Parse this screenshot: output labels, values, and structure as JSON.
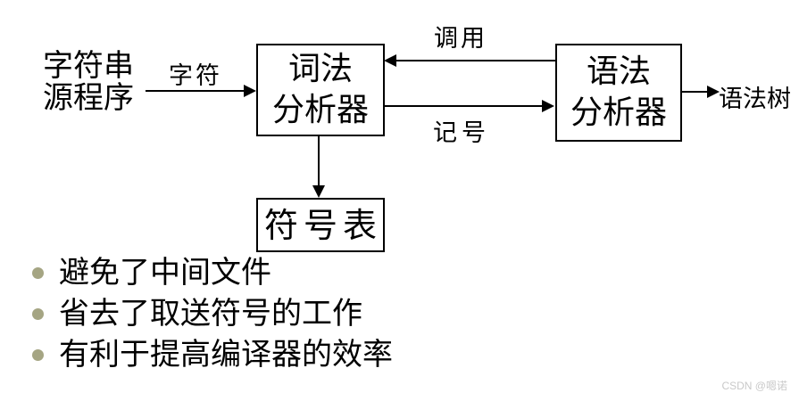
{
  "diagram": {
    "source": {
      "lines": [
        "字符串",
        "源程序"
      ]
    },
    "boxes": {
      "lexer": {
        "lines": [
          "词法",
          "分析器"
        ]
      },
      "parser": {
        "lines": [
          "语法",
          "分析器"
        ]
      },
      "symbol_table": {
        "label": "符号表"
      }
    },
    "edge_labels": {
      "chars": "字符",
      "call": "调用",
      "token": "记号",
      "syntax_tree": "语法树"
    }
  },
  "bullets": {
    "items": [
      "避免了中间文件",
      "省去了取送符号的工作",
      "有利于提高编译器的效率"
    ]
  },
  "watermark": "CSDN @嗯诺",
  "colors": {
    "line": "#000000",
    "text": "#000000",
    "bullet_dot": "#a5a583",
    "watermark": "#c9c9c9",
    "background": "#ffffff"
  }
}
